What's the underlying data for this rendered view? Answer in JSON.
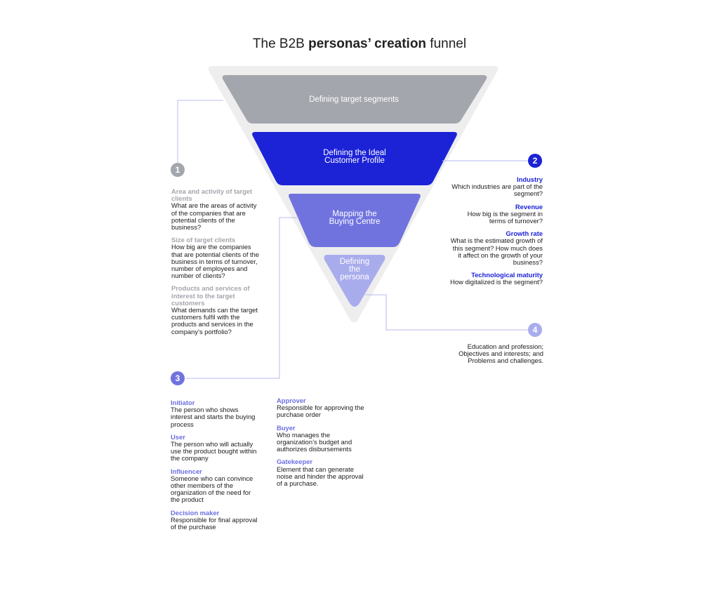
{
  "title": {
    "prefix": "The B2B ",
    "bold": "personas’ creation",
    "suffix": " funnel"
  },
  "colors": {
    "stage1": "#a4a6ad",
    "stage2": "#1c23d6",
    "stage3": "#7073de",
    "stage4": "#a9acec",
    "funnel_bg": "#eeeeef",
    "connector": "#b9bbef"
  },
  "stages": [
    {
      "label": "Defining target segments"
    },
    {
      "label_line1": "Defining the Ideal",
      "label_line2": "Customer Profile"
    },
    {
      "label_line1": "Mapping the",
      "label_line2": "Buying Centre"
    },
    {
      "label_line1": "Defining",
      "label_line2": "the",
      "label_line3": "persona"
    }
  ],
  "badges": [
    "1",
    "2",
    "3",
    "4"
  ],
  "section1": {
    "items": [
      {
        "heading": "Area and activity of target clients",
        "body": "What are the areas of activity of the companies that are potential clients of the business?"
      },
      {
        "heading": "Size of target clients",
        "body": "How big are the companies that are potential clients of the business in terms of turnover, number of employees and number of clients?"
      },
      {
        "heading": "Products and services of interest to the target customers",
        "body": "What demands can the target customers fulfil with the products and services in the company’s portfolio?"
      }
    ]
  },
  "section2": {
    "items": [
      {
        "heading": "Industry",
        "body": "Which industries are part of the segment?"
      },
      {
        "heading": "Revenue",
        "body": "How big is the segment in terms of turnover?"
      },
      {
        "heading": "Growth rate",
        "body": "What is the estimated growth of this segment? How much does it affect on the growth of your business?"
      },
      {
        "heading": "Technological maturity",
        "body": "How digitalized is the segment?"
      }
    ]
  },
  "section3": {
    "left": [
      {
        "heading": "Initiator",
        "body": "The person who shows interest and starts the buying process"
      },
      {
        "heading": "User",
        "body": "The person who will actually use the product bought within the company"
      },
      {
        "heading": "Influencer",
        "body": "Someone who can convince other members of the organization of the need for the product"
      },
      {
        "heading": "Decision maker",
        "body": "Responsible for final approval of the purchase"
      }
    ],
    "right": [
      {
        "heading": "Approver",
        "body": "Responsible for approving the purchase order"
      },
      {
        "heading": "Buyer",
        "body": "Who manages the organization’s budget and authorizes disbursements"
      },
      {
        "heading": "Gatekeeper",
        "body": "Element that can generate noise and hinder the approval of a purchase."
      }
    ]
  },
  "section4": {
    "body": "Education and profession; Objectives and interests; and Problems and challenges."
  }
}
